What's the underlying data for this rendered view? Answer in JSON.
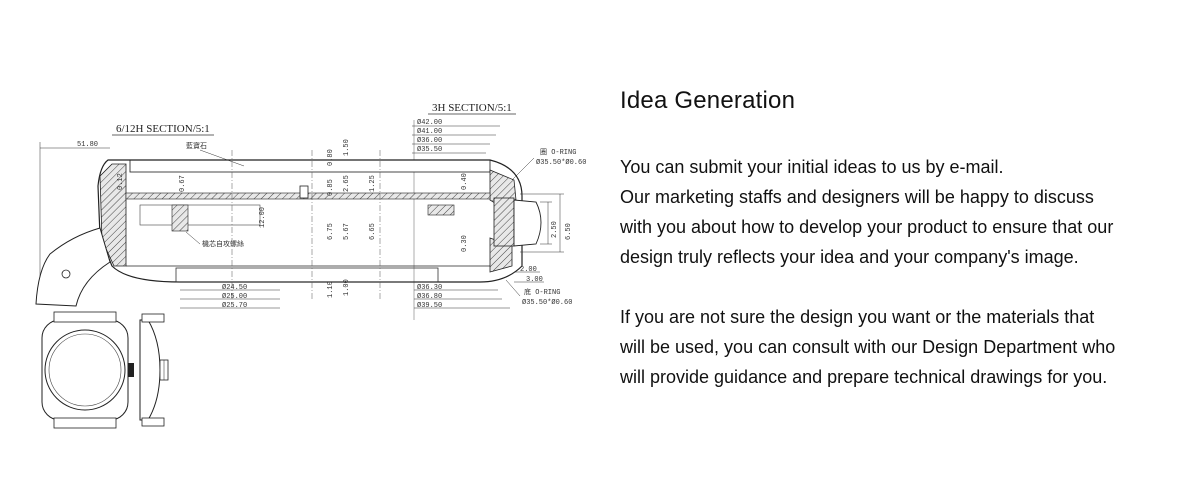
{
  "drawing": {
    "section_left": "6/12H SECTION/5:1",
    "section_right": "3H SECTION/5:1",
    "oring_top": "圈 O-RING",
    "oring_top_spec": "Ø35.50*Ø0.60",
    "oring_bottom": "底 O-RING",
    "oring_bottom_spec": "Ø35.50*Ø0.60",
    "note_crystal": "藍寶石",
    "note_screw": "機芯自攻螺絲",
    "dims_top": [
      "Ø42.00",
      "Ø41.00",
      "Ø36.00",
      "Ø35.50"
    ],
    "dims_bottom_left": [
      "Ø24.50",
      "Ø25.00",
      "Ø25.70"
    ],
    "dims_bottom_right": [
      "Ø36.30",
      "Ø36.80",
      "Ø39.50"
    ],
    "dim_left": "51.80",
    "v_dims": [
      "0.12",
      "0.67",
      "12.00",
      "6.75",
      "5.67",
      "6.65",
      "1.10",
      "1.00",
      "0.80",
      "1.50",
      "2.65",
      "1.25",
      "0.85",
      "0.40",
      "0.30"
    ],
    "right_dims": [
      "2.50",
      "6.50",
      "2.00",
      "3.00"
    ]
  },
  "content": {
    "title": "Idea Generation",
    "para1": [
      "You can submit your initial ideas to us by e-mail.",
      "Our marketing staffs and designers will be happy to discuss",
      "with you about how to develop your product to ensure that our",
      "design truly reflects your idea and your company's image."
    ],
    "para2": [
      "If you are not sure the design you want or the materials that",
      "will be used, you can consult with our Design Department who",
      "will provide guidance and prepare technical drawings for you."
    ]
  }
}
